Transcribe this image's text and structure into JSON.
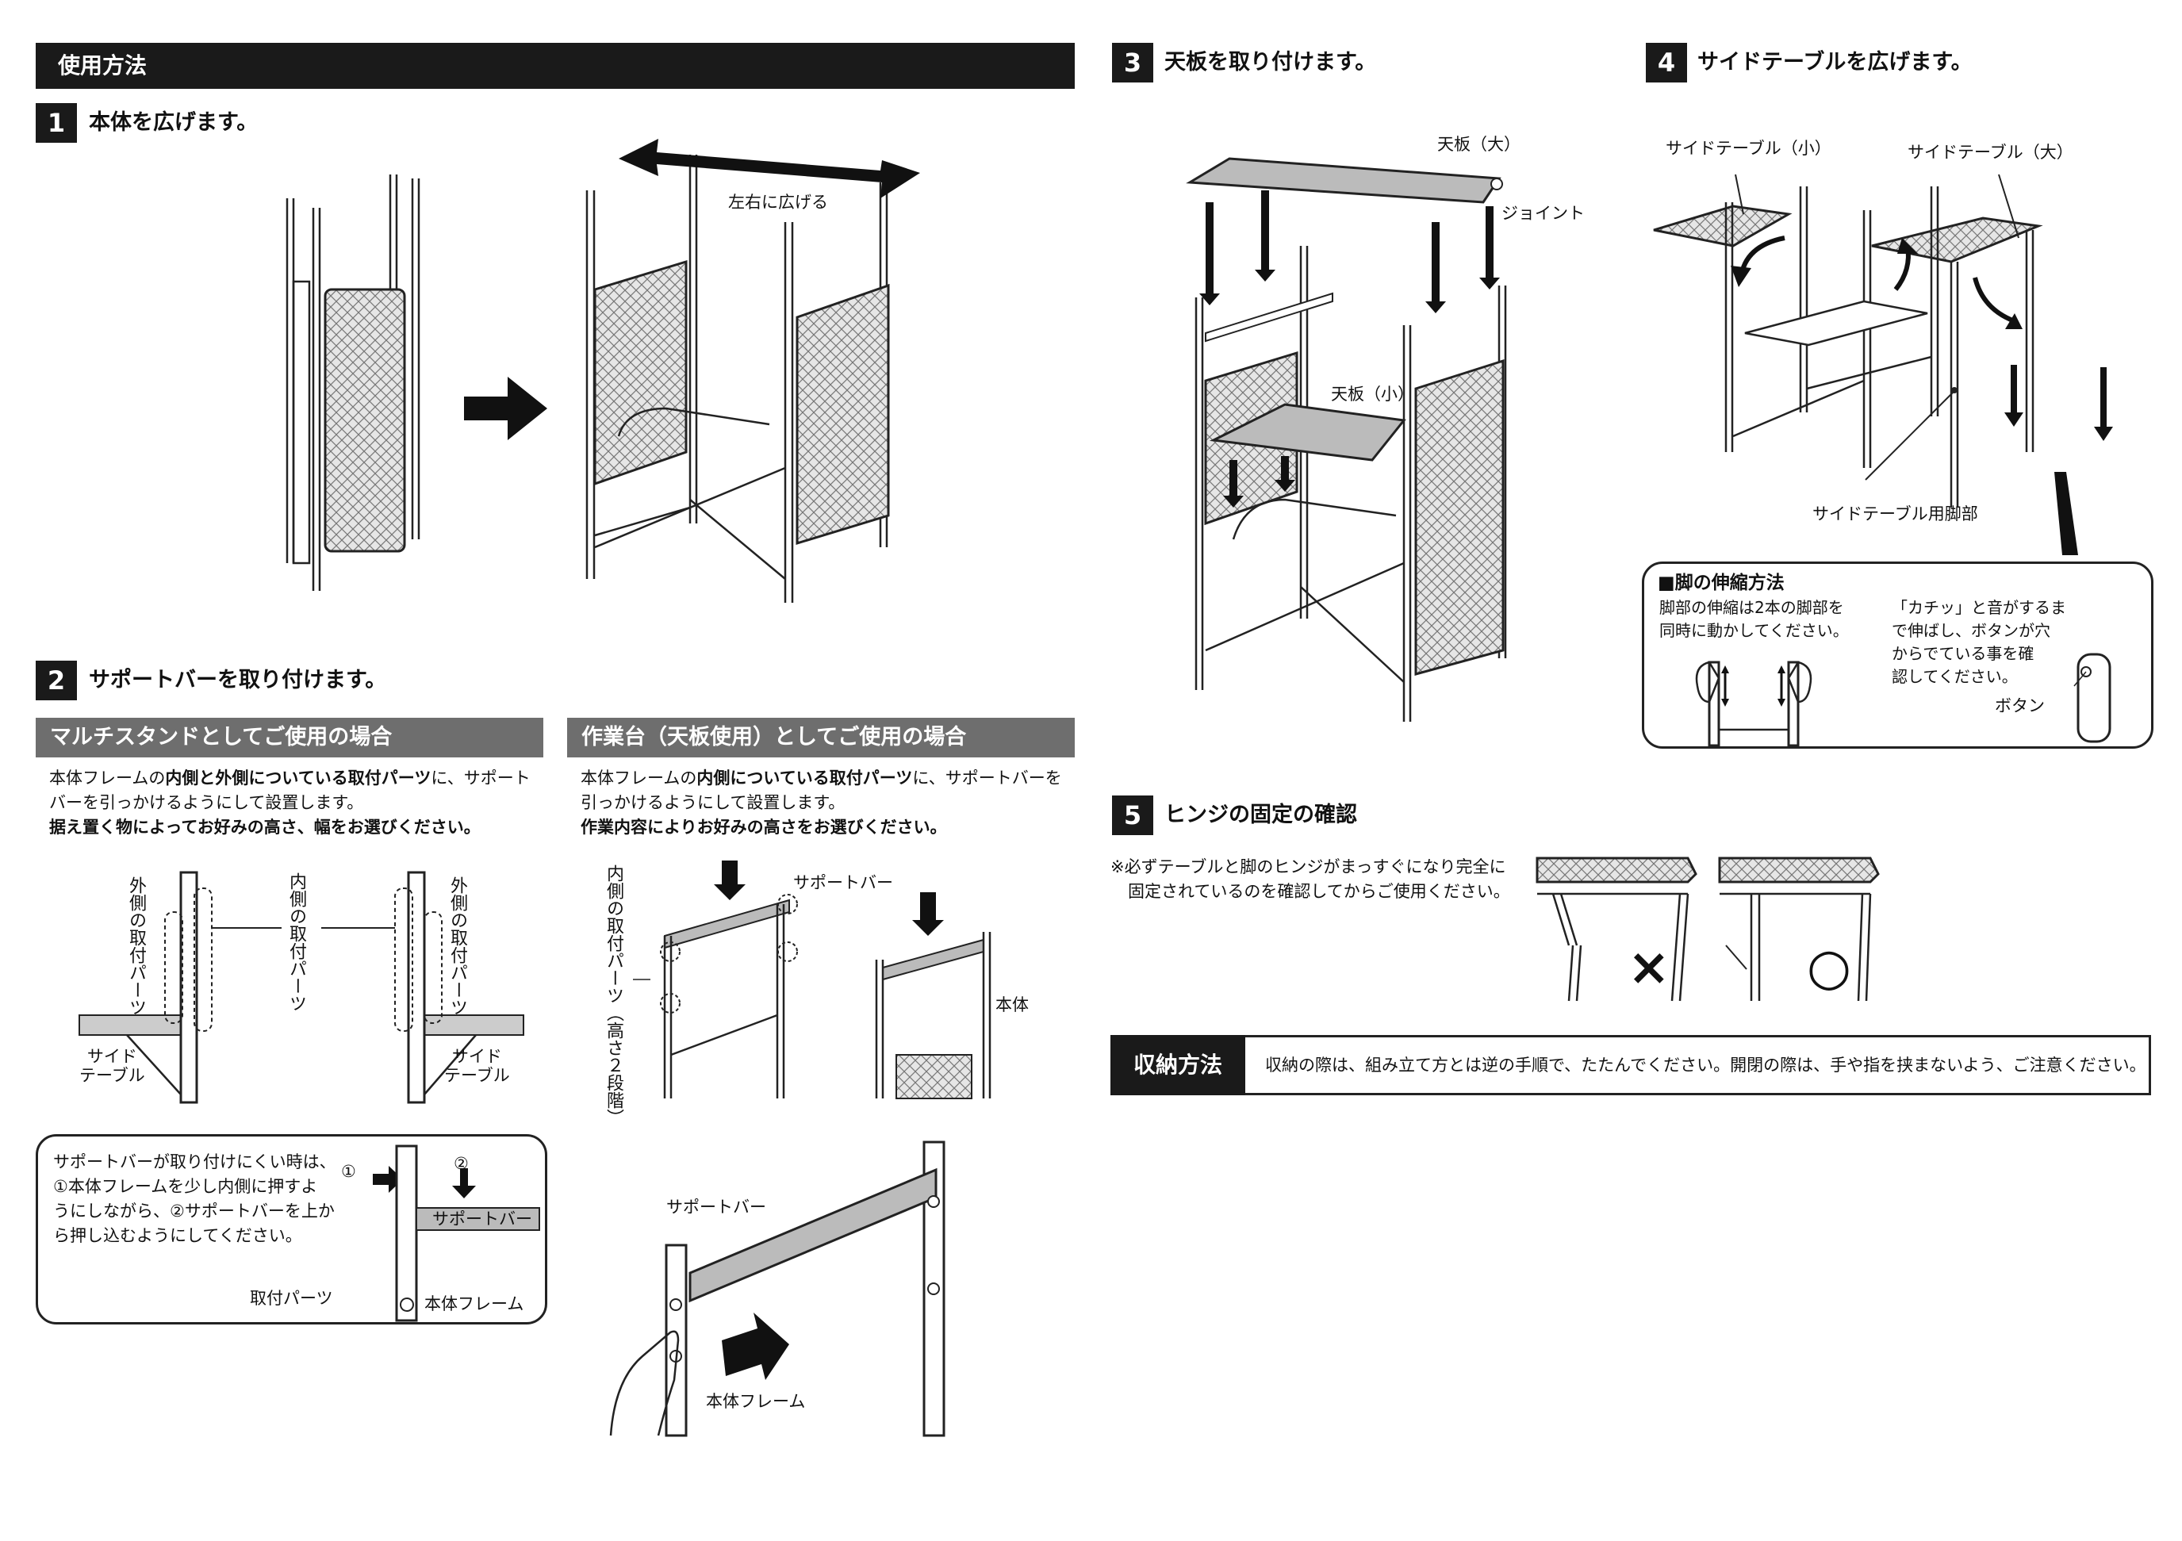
{
  "header": {
    "title": "使用方法"
  },
  "steps": {
    "s1": {
      "num": "1",
      "title": "本体を広げます。",
      "label_spread": "左右に広げる"
    },
    "s2": {
      "num": "2",
      "title": "サポートバーを取り付けます。",
      "multi": {
        "heading": "マルチスタンドとしてご使用の場合",
        "text_a": "本体フレームの",
        "text_b": "内側と外側についている取付パーツ",
        "text_c": "に、サポート",
        "text_d": "バーを引っかけるようにして設置します。",
        "text_e": "据え置く物によってお好みの高さ、幅をお選びください。",
        "label_outer": "外側の取付パーツ",
        "label_inner": "内側の取付パーツ",
        "label_outer2": "外側の取付パーツ",
        "label_side1": "サイド",
        "label_side1b": "テーブル",
        "label_side2": "サイド",
        "label_side2b": "テーブル"
      },
      "work": {
        "heading": "作業台（天板使用）としてご使用の場合",
        "text_a": "本体フレームの",
        "text_b": "内側についている取付パーツ",
        "text_c": "に、サポートバーを",
        "text_d": "引っかけるようにして設置します。",
        "text_e": "作業内容によりお好みの高さをお選びください。",
        "label_inner": "内側の取付パーツ（高さ２段階）",
        "label_bar": "サポートバー",
        "label_body": "本体"
      },
      "tip": {
        "line1": "サポートバーが取り付けにくい時は、",
        "line2": "①本体フレームを少し内側に押すよ",
        "line3": "うにしながら、②サポートバーを上か",
        "line4": "ら押し込むようにしてください。",
        "mark1": "①",
        "mark2": "②",
        "label_bar": "サポートバー",
        "label_parts": "取付パーツ",
        "label_frame": "本体フレーム"
      },
      "big": {
        "label_bar": "サポートバー",
        "label_frame": "本体フレーム"
      }
    },
    "s3": {
      "num": "3",
      "title": "天板を取り付けます。",
      "label_large": "天板（大）",
      "label_joint": "ジョイント",
      "label_small": "天板（小）"
    },
    "s4": {
      "num": "4",
      "title": "サイドテーブルを広げます。",
      "label_small": "サイドテーブル（小）",
      "label_large": "サイドテーブル（大）",
      "label_legs": "サイドテーブル用脚部",
      "leg": {
        "heading": "■脚の伸縮方法",
        "left1": "脚部の伸縮は2本の脚部を",
        "left2": "同時に動かしてください。",
        "right1": "「カチッ」と音がするま",
        "right2": "で伸ばし、ボタンが穴",
        "right3": "からでている事を確",
        "right4": "認してください。",
        "label_button": "ボタン"
      }
    },
    "s5": {
      "num": "5",
      "title": "ヒンジの固定の確認",
      "note1": "※必ずテーブルと脚のヒンジがまっすぐになり完全に",
      "note2": "固定されているのを確認してからご使用ください。",
      "mark_ng": "×",
      "mark_ok": "○"
    }
  },
  "storage": {
    "label": "収納方法",
    "text": "収納の際は、組み立て方とは逆の手順で、たたんでください。開閉の際は、手や指を挟まないよう、ご注意ください。"
  }
}
